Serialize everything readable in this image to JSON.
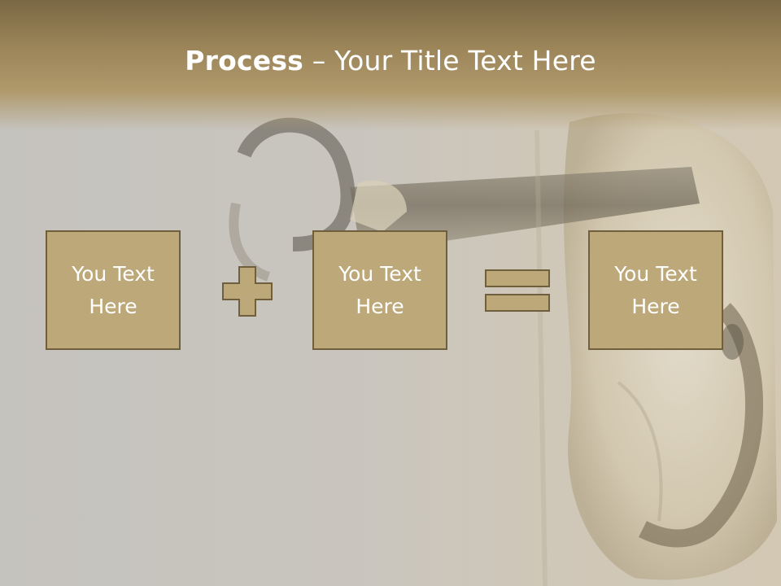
{
  "slide": {
    "title_bold": "Process",
    "title_rest": " – Your Title Text Here",
    "boxes": [
      {
        "label": "You Text\nHere"
      },
      {
        "label": "You Text\nHere"
      },
      {
        "label": "You Text\nHere"
      }
    ],
    "operators": [
      "plus-icon",
      "equals-icon"
    ]
  },
  "colors": {
    "title_band": "#9a8458",
    "box_fill": "#bca878",
    "box_border": "#6f5f3c",
    "text": "#ffffff"
  }
}
